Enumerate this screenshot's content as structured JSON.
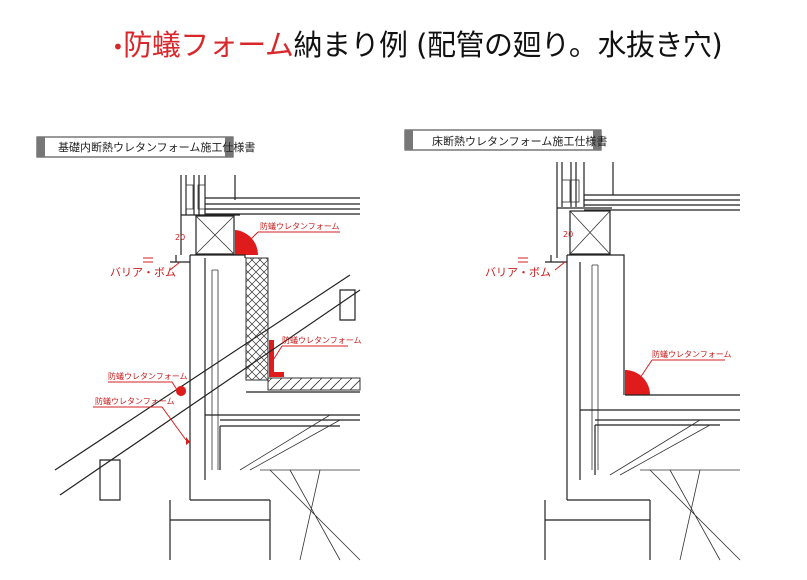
{
  "title": {
    "bullet": "•",
    "red_part": "防蟻フォーム",
    "black_part": "納まり例  (配管の廻り。水抜き穴)"
  },
  "left_diagram": {
    "header": "基礎内断熱ウレタンフォーム施工仕様書",
    "labels": [
      "防蟻ウレタンフォーム",
      "防蟻ウレタンフォーム",
      "防蟻ウレタンフォーム",
      "防蟻ウレタンフォーム"
    ],
    "barrier_label": "バリア・ボム",
    "dimension": "20"
  },
  "right_diagram": {
    "header": "床断熱ウレタンフォーム施工仕様書",
    "labels": [
      "防蟻ウレタンフォーム"
    ],
    "barrier_label": "バリア・ボム",
    "dimension": "20"
  },
  "colors": {
    "accent_red": "#d8282c"
  }
}
